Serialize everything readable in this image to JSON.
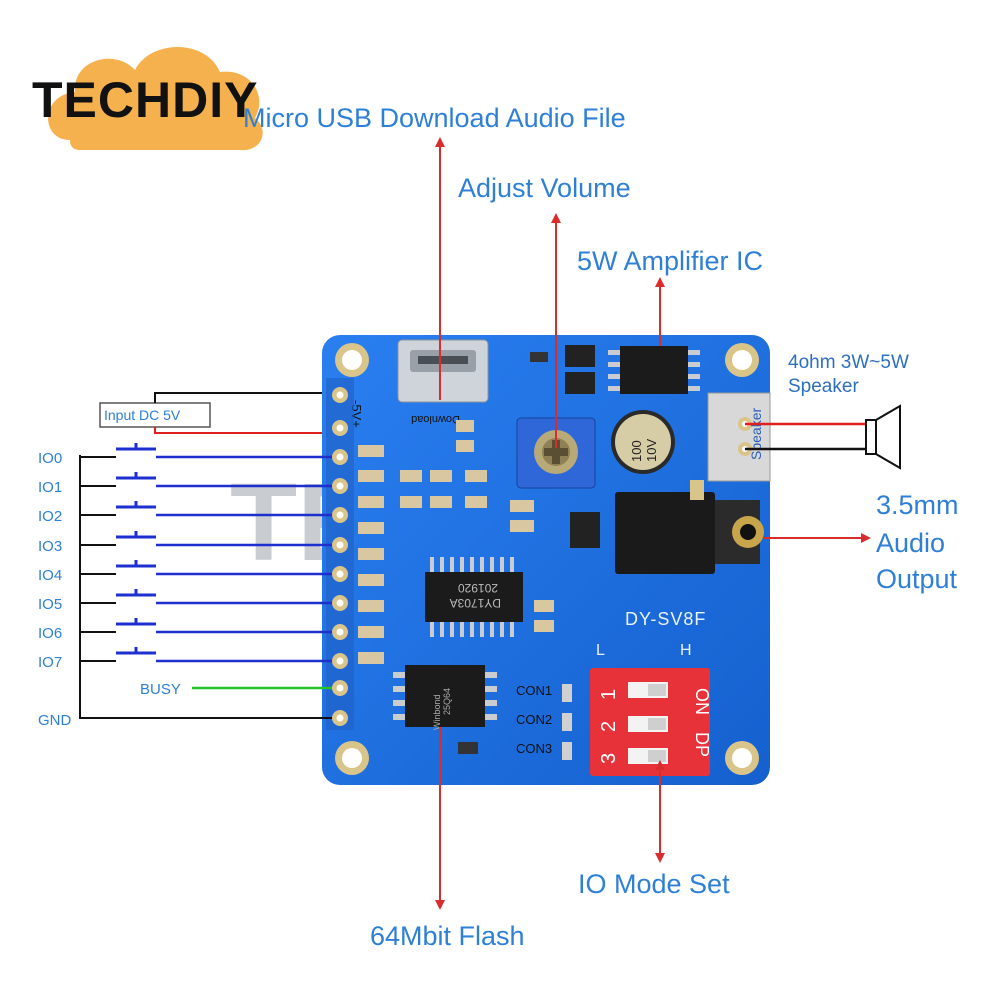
{
  "logo": {
    "text": "TECHDIY"
  },
  "watermark": {
    "text": "TECHDIY"
  },
  "labels": {
    "usb": "Micro USB Download Audio File",
    "volume": "Adjust Volume",
    "amplifier": "5W Amplifier  IC",
    "speaker_line1": "4ohm 3W~5W",
    "speaker_line2": "Speaker",
    "audio_line1": "3.5mm",
    "audio_line2": "Audio",
    "audio_line3": "Output",
    "flash": "64Mbit Flash",
    "io_mode": "IO Mode Set",
    "input_dc": "Input DC 5V"
  },
  "pins": [
    "IO0",
    "IO1",
    "IO2",
    "IO3",
    "IO4",
    "IO5",
    "IO6",
    "IO7"
  ],
  "busy_label": "BUSY",
  "gnd_label": "GND",
  "board": {
    "model": "DY-SV8F",
    "download_silk": "Download",
    "power_silk": "-5V+",
    "speaker_silk": "Speaker",
    "chip_line1": "DY1703A",
    "chip_line2": "201920",
    "cap_line1": "100",
    "cap_line2": "10V",
    "flash_line1": "Winbond",
    "flash_line2": "25Q64",
    "switch_low": "L",
    "switch_high": "H",
    "switch_on": "ON",
    "switch_dp": "DP",
    "switch_numbers": [
      "1",
      "2",
      "3"
    ],
    "con_labels": [
      "CON1",
      "CON2",
      "CON3"
    ]
  },
  "colors": {
    "pcb_blue": "#1d6fe0",
    "label_blue": "#2e7fd6",
    "wire_blue": "#1e2fd0",
    "wire_red": "#e02020",
    "wire_green": "#22c22a",
    "arrow_red": "#d92c2c",
    "switch_red": "#e8323a"
  }
}
